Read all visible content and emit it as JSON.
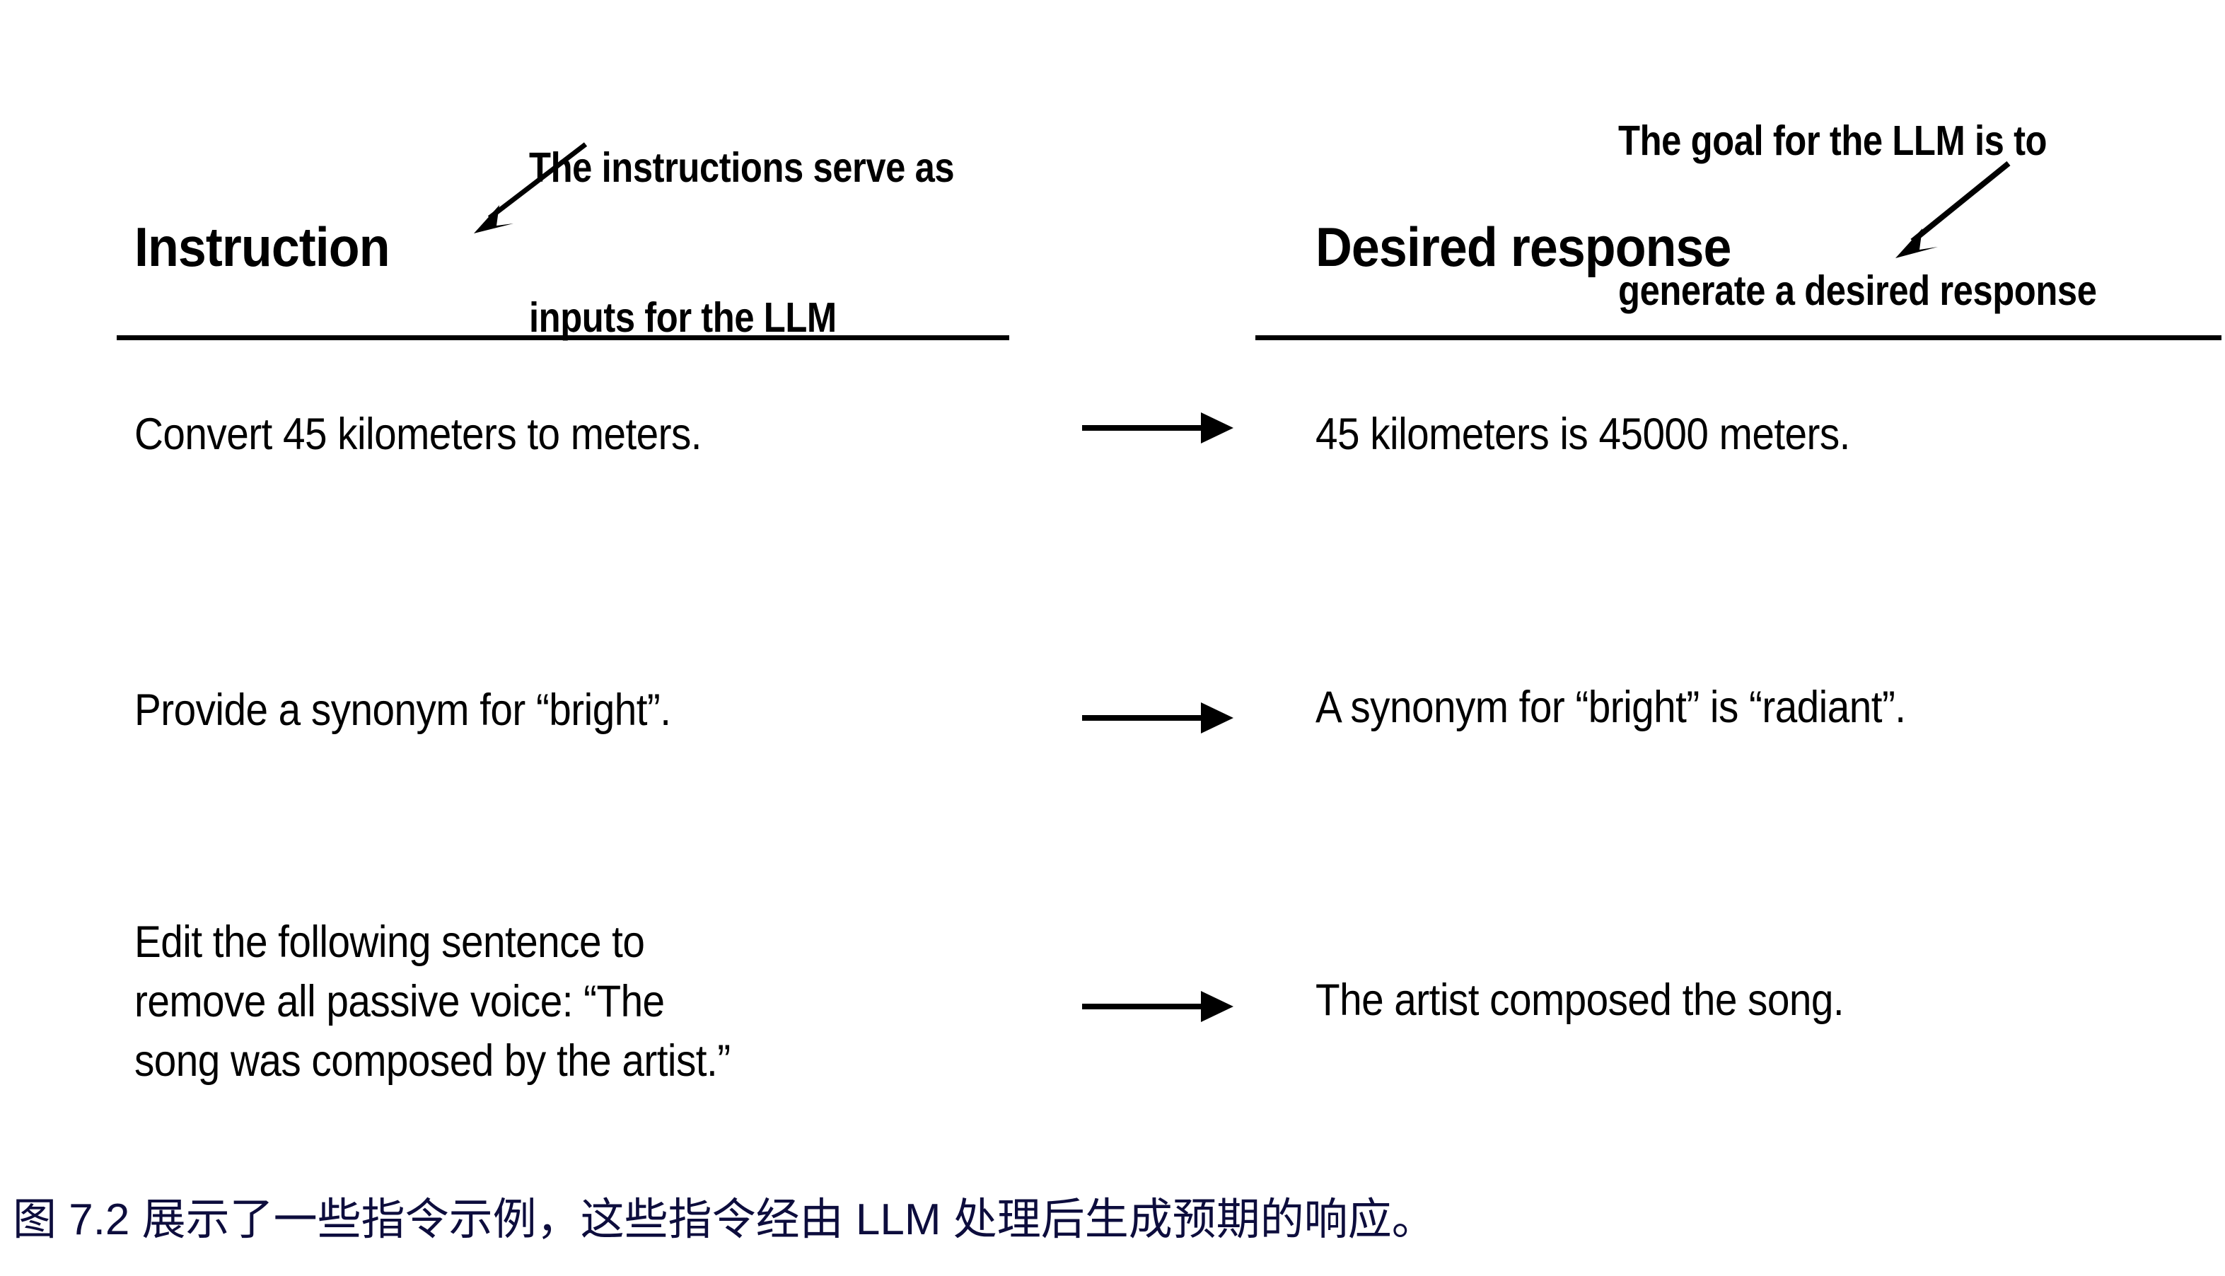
{
  "figure": {
    "annotations": {
      "left": {
        "line1": "The instructions serve as",
        "line2": "inputs for the LLM",
        "arrow_icon": "diagonal-arrow-down-left-icon"
      },
      "right": {
        "line1": "The goal for the LLM is to",
        "line2": "generate a desired response",
        "arrow_icon": "diagonal-arrow-down-left-icon"
      }
    },
    "columns": {
      "left_header": "Instruction",
      "right_header": "Desired response"
    },
    "rows": [
      {
        "instruction": "Convert 45 kilometers to meters.",
        "response": "45 kilometers is 45000 meters.",
        "arrow_icon": "arrow-right-icon"
      },
      {
        "instruction": "Provide a synonym for “bright”.",
        "response": "A synonym for “bright” is “radiant”.",
        "arrow_icon": "arrow-right-icon"
      },
      {
        "instruction": "Edit the following sentence to\nremove all passive voice: “The\nsong was composed by the artist.”",
        "response": "The artist composed the song.",
        "arrow_icon": "arrow-right-icon"
      }
    ],
    "caption": "图 7.2 展示了一些指令示例，这些指令经由 LLM 处理后生成预期的响应。",
    "colors": {
      "ink": "#000000",
      "background": "#ffffff",
      "caption": "#0d0d3d"
    }
  }
}
